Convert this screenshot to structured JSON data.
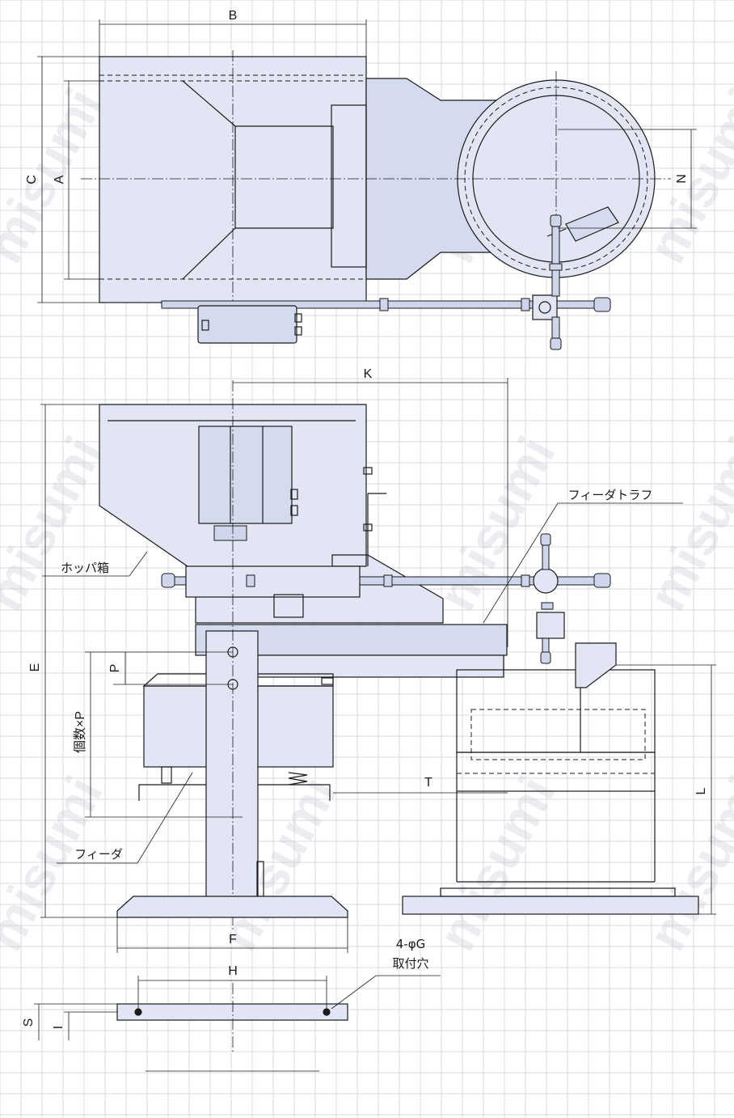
{
  "watermark": "misumi",
  "dimensions": {
    "B": "B",
    "C": "C",
    "A": "A",
    "N": "N",
    "K": "K",
    "E": "E",
    "P": "P",
    "count_p": "個数×P",
    "T": "T",
    "L": "L",
    "F": "F",
    "H": "H",
    "S": "S",
    "I": "I",
    "hole": "4-φG",
    "hole_sub": "取付穴"
  },
  "callouts": {
    "feeder_trough": "フィーダトラフ",
    "hopper_box": "ホッパ箱",
    "feeder": "フィーダ"
  },
  "colors": {
    "body": "#e2e6f4",
    "grid": "#d7dbe3",
    "line": "#1b1b1b"
  }
}
